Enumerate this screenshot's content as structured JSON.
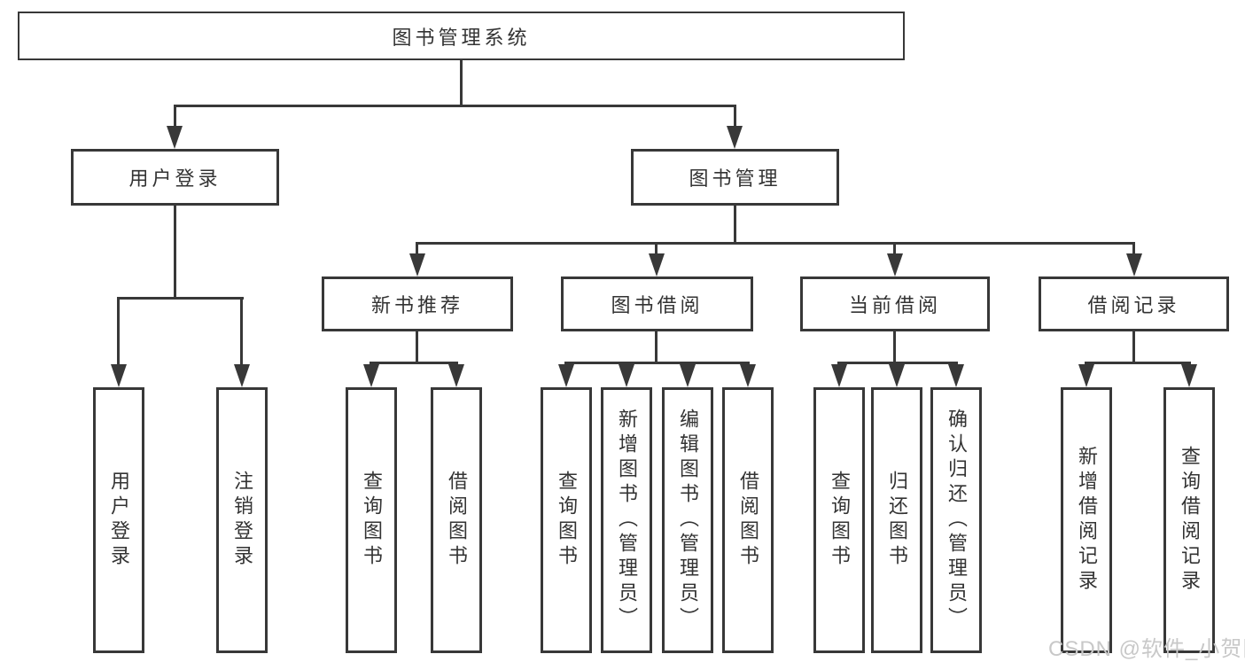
{
  "diagram": {
    "root_label": "图书管理系统",
    "level2": [
      "用户登录",
      "图书管理"
    ],
    "level3": [
      "新书推荐",
      "图书借阅",
      "当前借阅",
      "借阅记录"
    ],
    "leaves": {
      "user_login": [
        "用户登录",
        "注销登录"
      ],
      "new_book_recommend": [
        "查询图书",
        "借阅图书"
      ],
      "book_borrowing": [
        "查询图书",
        "新增图书（管理员）",
        "编辑图书（管理员）",
        "借阅图书"
      ],
      "current_borrowing": [
        "查询图书",
        "归还图书",
        "确认归还（管理员）"
      ],
      "borrowing_records": [
        "新增借阅记录",
        "查询借阅记录"
      ]
    },
    "watermark": "CSDN @软件_小贺同学",
    "colors": {
      "line": "#383838",
      "text": "#333333",
      "watermark": "#c8c8c8",
      "background": "#ffffff"
    }
  }
}
